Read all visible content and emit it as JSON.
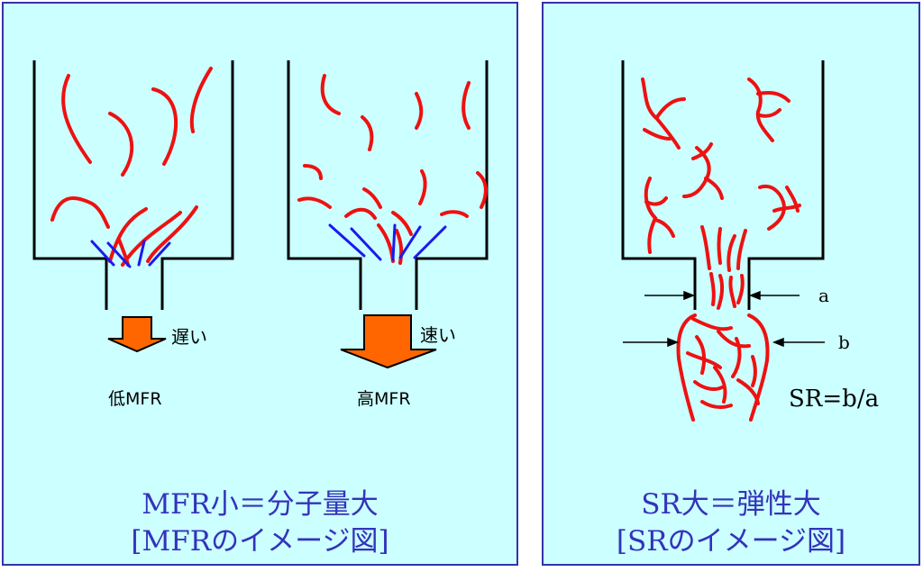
{
  "left_panel": {
    "slow_label": "遅い",
    "fast_label": "速い",
    "low_mfr_label": "低MFR",
    "high_mfr_label": "高MFR",
    "caption_line1": "MFR小＝分子量大",
    "caption_line2": "[MFRのイメージ図]"
  },
  "right_panel": {
    "label_a": "a",
    "label_b": "b",
    "formula": "SR=b/a",
    "caption_line1": "SR大＝弾性大",
    "caption_line2": "[SRのイメージ図]"
  },
  "colors": {
    "panel_bg": "#ccffff",
    "border": "#3333aa",
    "chain_red": "#ee1111",
    "flow_blue": "#1a1aee",
    "arrow_orange": "#ff6600",
    "caption_blue": "#3333bb"
  }
}
